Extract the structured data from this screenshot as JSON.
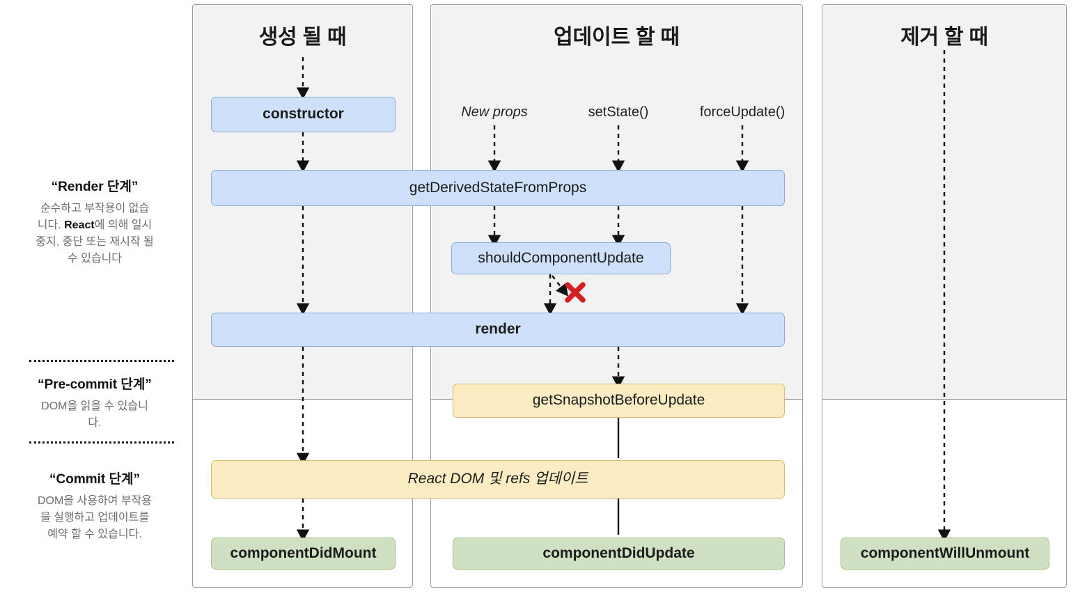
{
  "columns": [
    {
      "id": "mount",
      "title": "생성 될 때"
    },
    {
      "id": "update",
      "title": "업데이트 할 때"
    },
    {
      "id": "unmount",
      "title": "제거 할 때"
    }
  ],
  "legend": [
    {
      "id": "render-phase",
      "title": "“Render 단계”",
      "body_1": "순수하고 부작용이 없습",
      "body_2": "니다. ",
      "body_strong": "React",
      "body_3": "에 의해 일시",
      "body_4": "중지, 중단 또는 재시작 될",
      "body_5": "수 있습니다"
    },
    {
      "id": "pre-commit-phase",
      "title": "“Pre-commit 단계”",
      "body_1": "DOM을 읽을 수 있습니",
      "body_2": "다."
    },
    {
      "id": "commit-phase",
      "title": "“Commit 단계”",
      "body_1": "DOM을 사용하여 부작용",
      "body_2": "을 실행하고 업데이트를",
      "body_3": "예약 할 수 있습니다."
    }
  ],
  "triggers": [
    {
      "id": "new-props",
      "label": "New props",
      "italic": true
    },
    {
      "id": "set-state",
      "label": "setState()",
      "italic": false
    },
    {
      "id": "force-update",
      "label": "forceUpdate()",
      "italic": false
    }
  ],
  "boxes": [
    {
      "id": "constructor",
      "label": "constructor",
      "color": "blue",
      "bold": true,
      "italic": false
    },
    {
      "id": "get-derived-state",
      "label": "getDerivedStateFromProps",
      "color": "blue",
      "bold": false,
      "italic": false
    },
    {
      "id": "should-component-update",
      "label": "shouldComponentUpdate",
      "color": "blue",
      "bold": false,
      "italic": false
    },
    {
      "id": "render",
      "label": "render",
      "color": "blue",
      "bold": true,
      "italic": false
    },
    {
      "id": "get-snapshot",
      "label": "getSnapshotBeforeUpdate",
      "color": "yellow",
      "bold": false,
      "italic": false
    },
    {
      "id": "react-dom-refs",
      "label": "React DOM 및 refs 업데이트",
      "color": "yellow",
      "bold": false,
      "italic": true
    },
    {
      "id": "component-did-mount",
      "label": "componentDidMount",
      "color": "green",
      "bold": true,
      "italic": false
    },
    {
      "id": "component-did-update",
      "label": "componentDidUpdate",
      "color": "green",
      "bold": true,
      "italic": false
    },
    {
      "id": "component-will-unmount",
      "label": "componentWillUnmount",
      "color": "green",
      "bold": true,
      "italic": false
    }
  ],
  "annotations": [
    {
      "id": "abort-marker",
      "symbol": "✕",
      "meaning": "shouldComponentUpdate returns false — update aborted"
    }
  ],
  "colors": {
    "box_blue_fill": "#cfe0fb",
    "box_blue_border": "#8fa8d8",
    "box_yellow_fill": "#fbecc4",
    "box_yellow_border": "#d9b870",
    "box_green_fill": "#cfe0c3",
    "box_green_border": "#a8c08f",
    "panel_shade": "#f2f2f2",
    "panel_border": "#9a9a9a",
    "abort_red": "#d32020",
    "legend_text": "#6d6d6d"
  }
}
